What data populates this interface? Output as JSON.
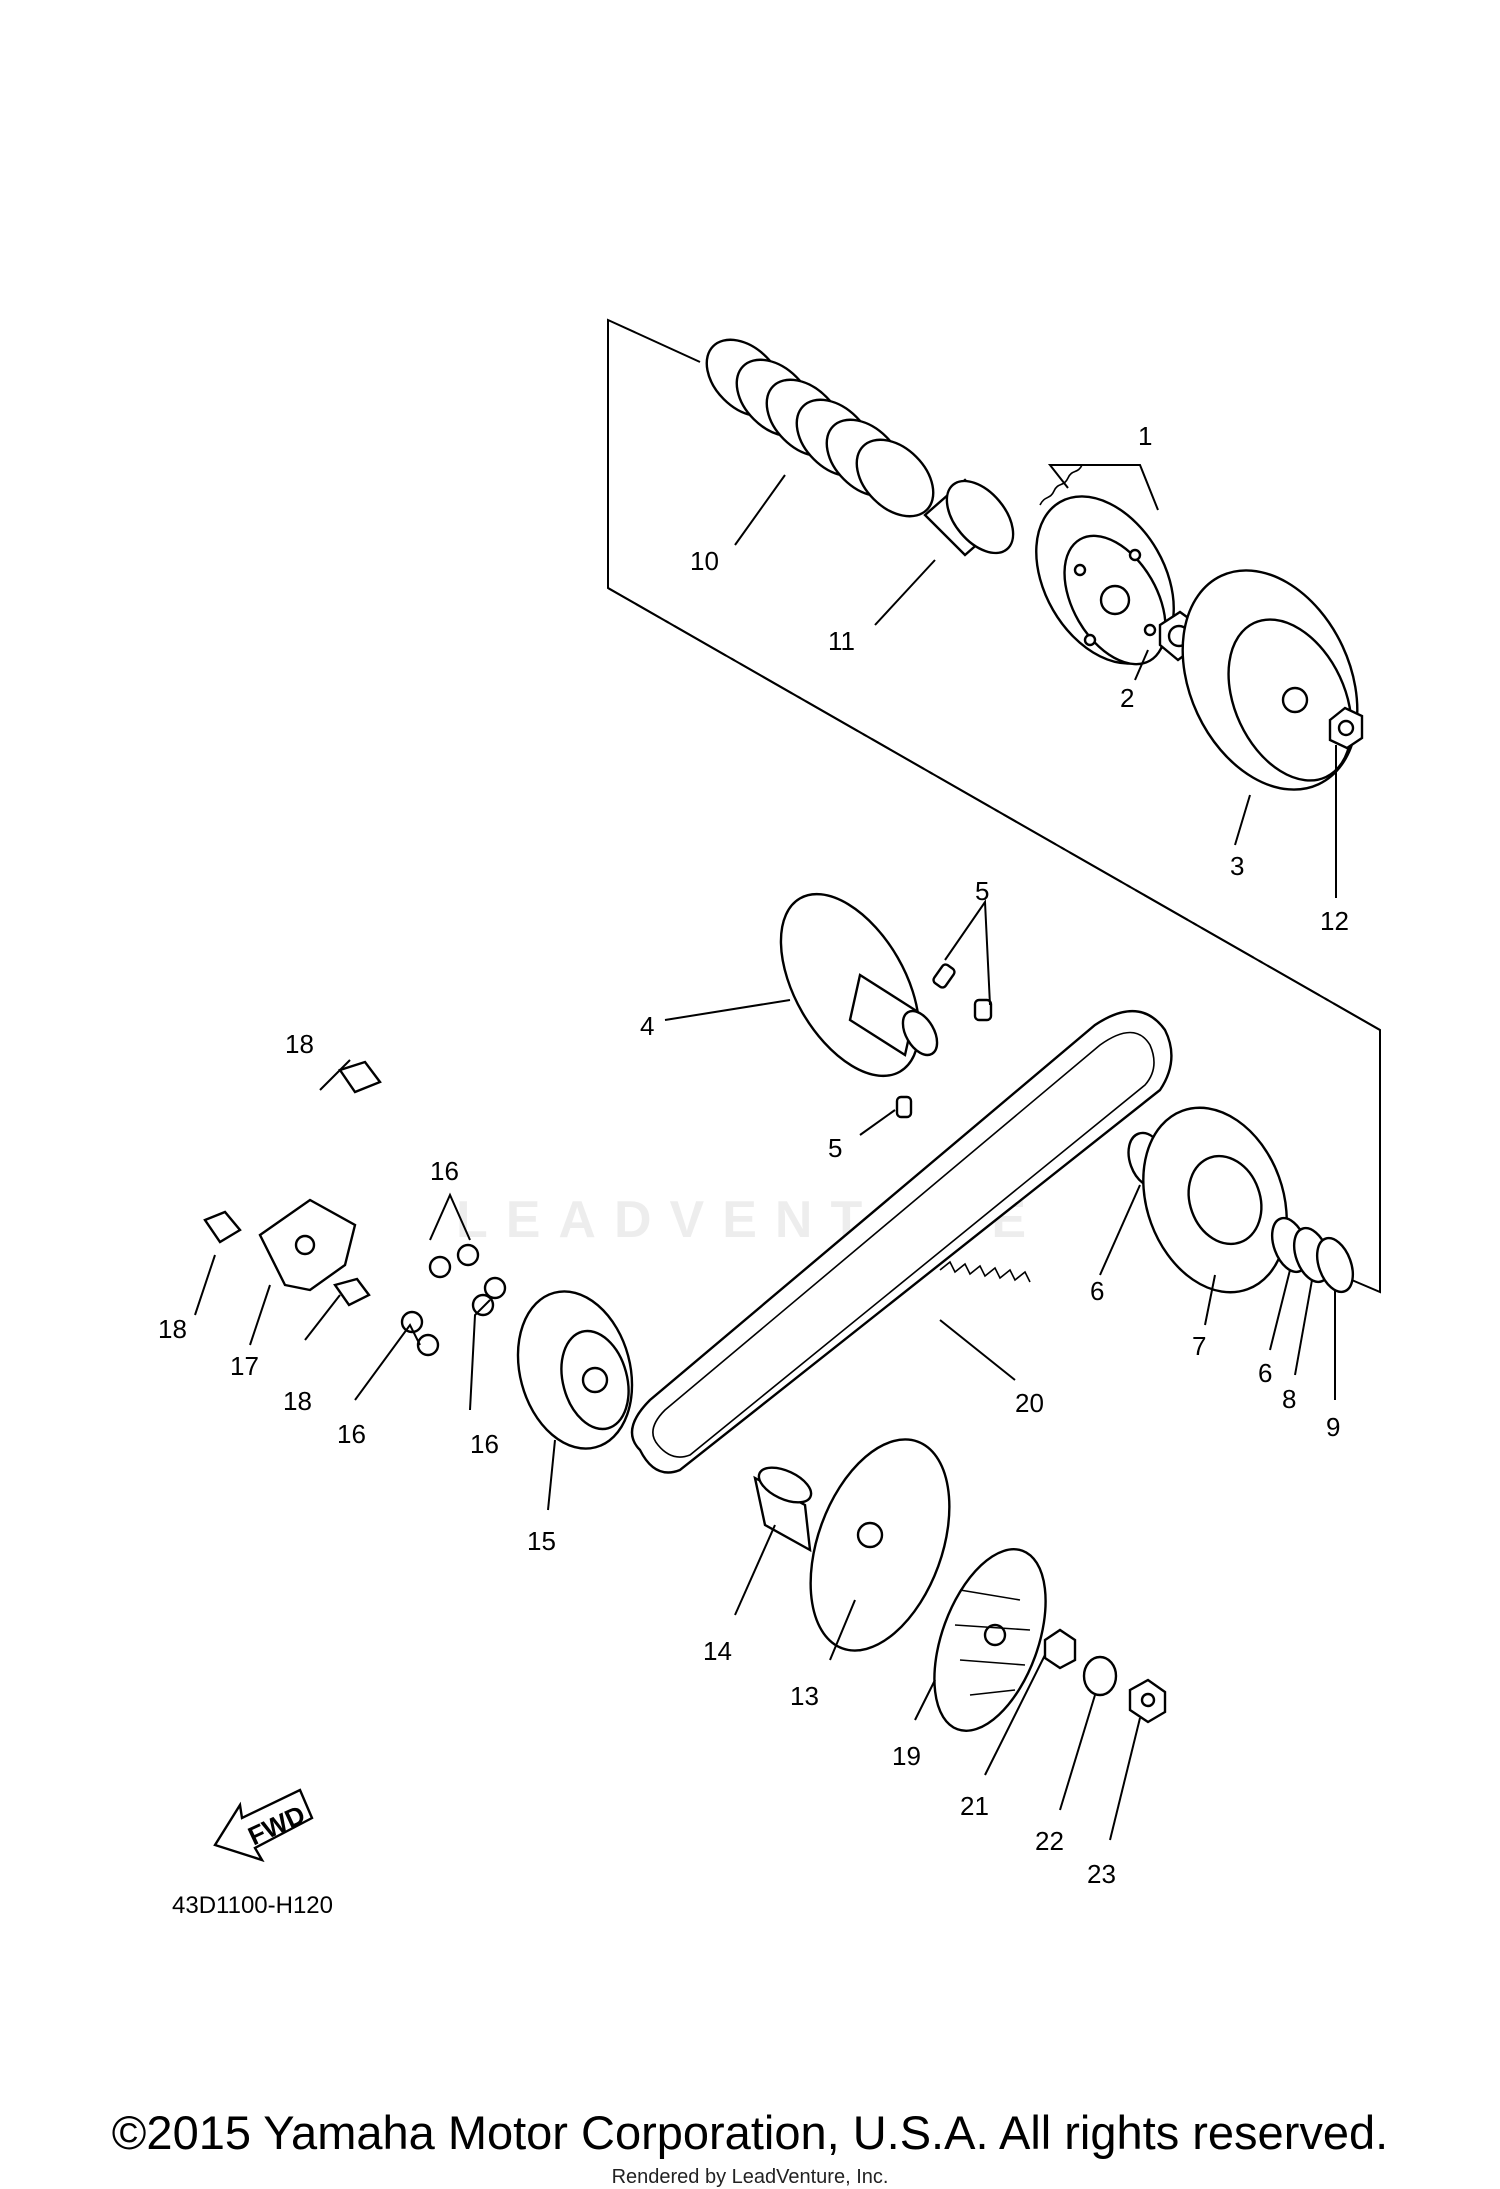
{
  "diagram_code": "43D1100-H120",
  "fwd_label": "FWD",
  "watermark": "LEADVENTURE",
  "copyright": "©2015 Yamaha Motor Corporation, U.S.A. All rights reserved.",
  "rendered_by": "Rendered by LeadVenture, Inc.",
  "callouts": {
    "c1": "1",
    "c2": "2",
    "c3": "3",
    "c4": "4",
    "c5a": "5",
    "c5b": "5",
    "c6a": "6",
    "c6b": "6",
    "c7": "7",
    "c8": "8",
    "c9": "9",
    "c10": "10",
    "c11": "11",
    "c12": "12",
    "c13": "13",
    "c14": "14",
    "c15": "15",
    "c16a": "16",
    "c16b": "16",
    "c16c": "16",
    "c17": "17",
    "c18a": "18",
    "c18b": "18",
    "c18c": "18",
    "c19": "19",
    "c20": "20",
    "c21": "21",
    "c22": "22",
    "c23": "23"
  }
}
